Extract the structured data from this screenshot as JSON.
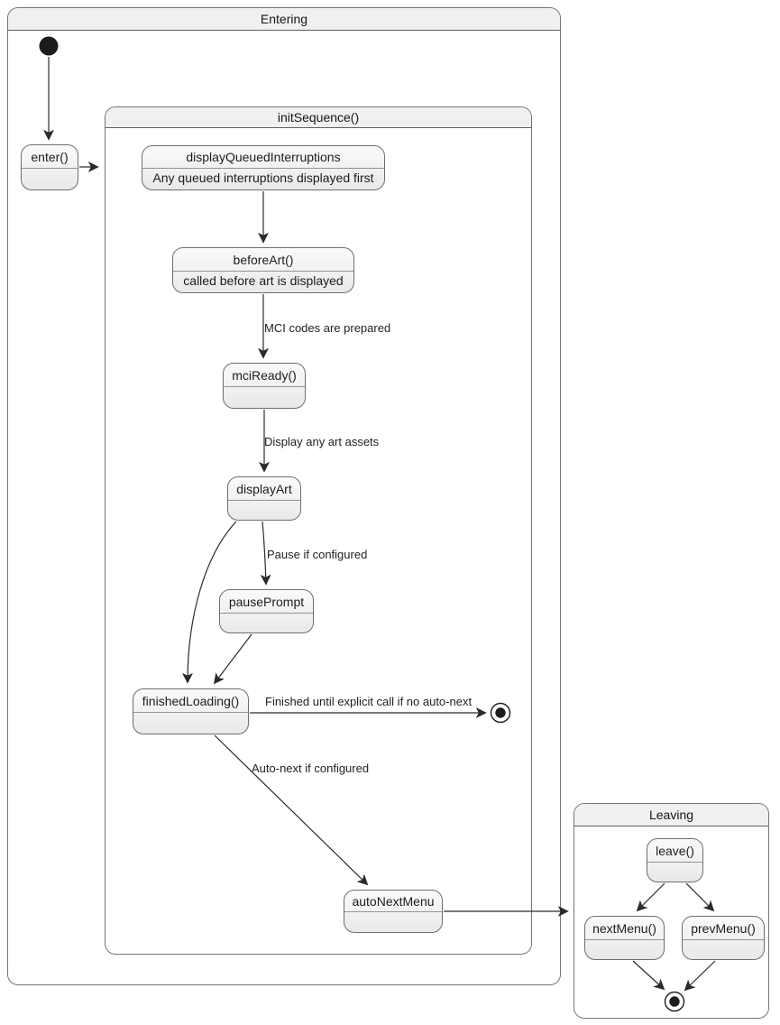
{
  "regions": {
    "entering": {
      "title": "Entering"
    },
    "initSequence": {
      "title": "initSequence()"
    },
    "leaving": {
      "title": "Leaving"
    }
  },
  "states": {
    "enter": {
      "label": "enter()"
    },
    "displayQueuedInterruptions": {
      "label": "displayQueuedInterruptions",
      "description": "Any queued interruptions displayed first"
    },
    "beforeArt": {
      "label": "beforeArt()",
      "description": "called before art is displayed"
    },
    "mciReady": {
      "label": "mciReady()"
    },
    "displayArt": {
      "label": "displayArt"
    },
    "pausePrompt": {
      "label": "pausePrompt"
    },
    "finishedLoading": {
      "label": "finishedLoading()"
    },
    "autoNextMenu": {
      "label": "autoNextMenu"
    },
    "leave": {
      "label": "leave()"
    },
    "nextMenu": {
      "label": "nextMenu()"
    },
    "prevMenu": {
      "label": "prevMenu()"
    }
  },
  "transition_labels": {
    "mci": "MCI codes are prepared",
    "displayAssets": "Display any art assets",
    "pause": "Pause if configured",
    "finished": "Finished until explicit call if no auto-next",
    "autoNext": "Auto-next if configured"
  },
  "colors": {
    "state_fill_top": "#fafafa",
    "state_fill_bottom": "#e9e9e9",
    "state_border": "#6e6e6e",
    "region_border": "#757575",
    "region_title_fill": "#f0f0f0",
    "edge": "#2a2a2a",
    "terminal": "#1c1c1c",
    "text": "#1c1c1c"
  }
}
